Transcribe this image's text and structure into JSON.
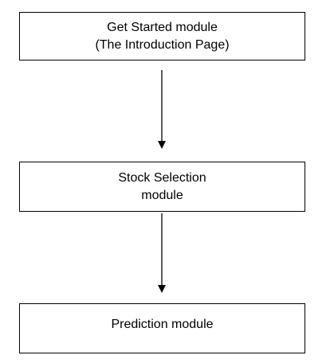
{
  "modules": [
    {
      "lines": [
        "Get Started module",
        "(The Introduction Page)"
      ]
    },
    {
      "lines": [
        "Stock Selection",
        "module"
      ]
    },
    {
      "lines": [
        "Prediction module"
      ]
    }
  ]
}
